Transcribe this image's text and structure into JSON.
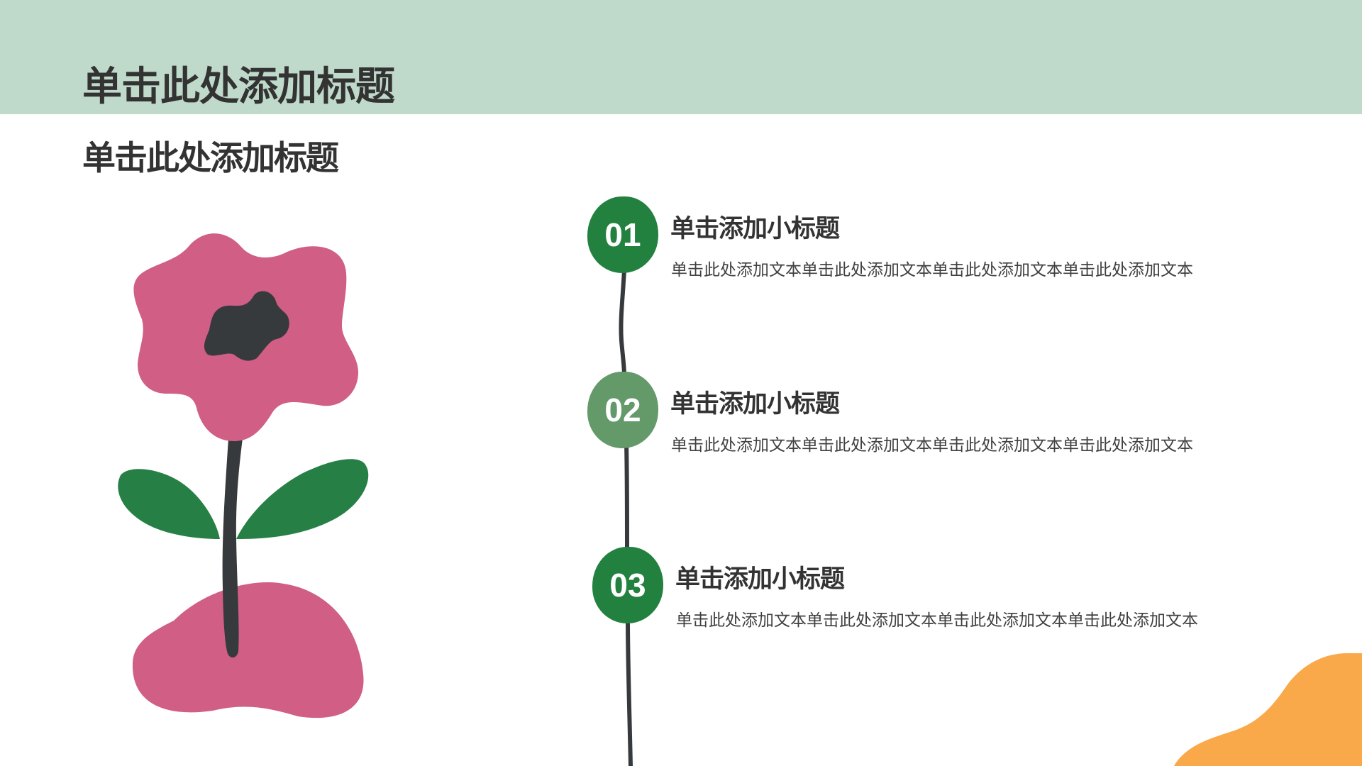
{
  "slide": {
    "title": "单击此处添加标题",
    "subtitle": "单击此处添加标题"
  },
  "colors": {
    "header_band": "#bfdacb",
    "title_text": "#333333",
    "badge_dark_green": "#23813f",
    "badge_light_green": "#64996a",
    "flower_pink": "#d05e85",
    "leaf_green": "#267f44",
    "stem_dark": "#373a3d",
    "orange_blob": "#f9a84a"
  },
  "timeline": {
    "items": [
      {
        "number": "01",
        "heading": "单击添加小标题",
        "text": "单击此处添加文本单击此处添加文本单击此处添加文本单击此处添加文本"
      },
      {
        "number": "02",
        "heading": "单击添加小标题",
        "text": "单击此处添加文本单击此处添加文本单击此处添加文本单击此处添加文本"
      },
      {
        "number": "03",
        "heading": "单击添加小标题",
        "text": "单击此处添加文本单击此处添加文本单击此处添加文本单击此处添加文本"
      }
    ]
  },
  "icons": {
    "flower": "flower-illustration",
    "orange_blob": "decorative-blob"
  }
}
